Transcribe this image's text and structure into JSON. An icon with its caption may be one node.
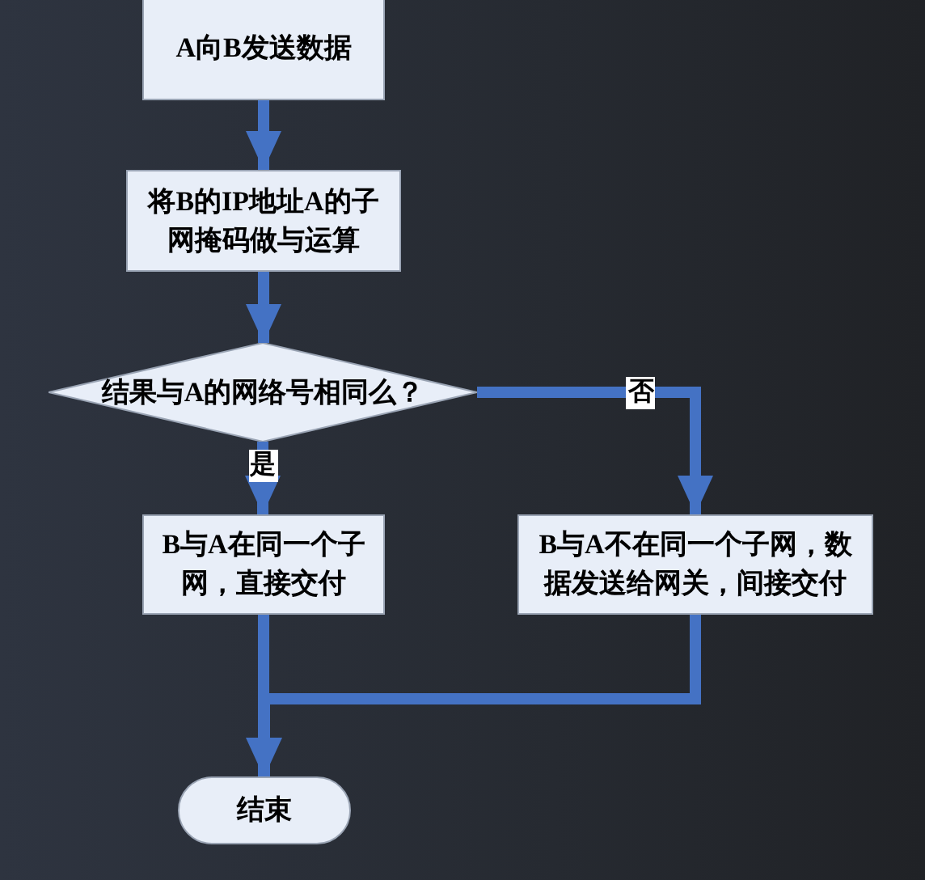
{
  "diagram": {
    "nodes": [
      {
        "text": [
          "A向B发送数据"
        ]
      },
      {
        "text": [
          "将B的IP地址A的子网掩码做与运算"
        ]
      },
      {
        "text": [
          "结果与A的网络号相同么？"
        ]
      },
      {
        "text": [
          "B与A在同一个子网，直接交付"
        ]
      },
      {
        "text": [
          "B与A不在同一个子网，数据发送给网关，间接交付"
        ]
      },
      {
        "text": [
          "结束"
        ]
      }
    ],
    "edges": [
      {
        "from": 0,
        "to": 1,
        "arrow": "to"
      },
      {
        "from": 1,
        "to": 2,
        "arrow": "to"
      },
      {
        "from": 2,
        "to": 3,
        "arrow": "to",
        "label": "是"
      },
      {
        "from": 2,
        "to": 4,
        "arrow": "to",
        "label": "否"
      },
      {
        "from": 3,
        "to": 5,
        "arrow": "to"
      },
      {
        "from": 4,
        "to": 5,
        "arrow": "to"
      }
    ]
  }
}
